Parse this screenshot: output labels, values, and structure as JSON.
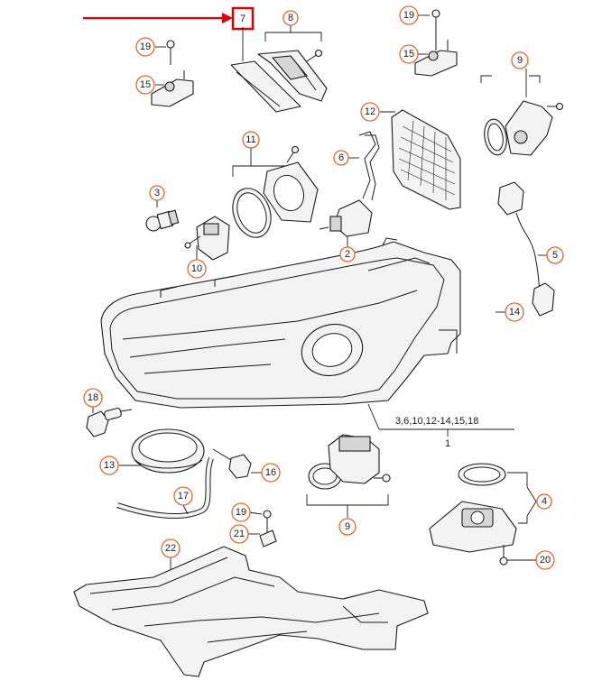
{
  "callouts": {
    "c7": "7",
    "c8": "8",
    "c19a": "19",
    "c15a": "15",
    "c19b": "19",
    "c15b": "15",
    "c9a": "9",
    "c12": "12",
    "c11": "11",
    "c6": "6",
    "c3": "3",
    "c2": "2",
    "c10": "10",
    "c5": "5",
    "c14": "14",
    "c18": "18",
    "c13": "13",
    "c16": "16",
    "c17": "17",
    "c9b": "9",
    "c4": "4",
    "c19c": "19",
    "c21": "21",
    "c22": "22",
    "c20": "20",
    "c1": "1"
  },
  "group_1_parts": "3,6,10,12-14,15,18",
  "colors": {
    "callout_ring": "#e8642c",
    "highlight_box": "#e00000",
    "pointer_arrow": "#e00000"
  }
}
